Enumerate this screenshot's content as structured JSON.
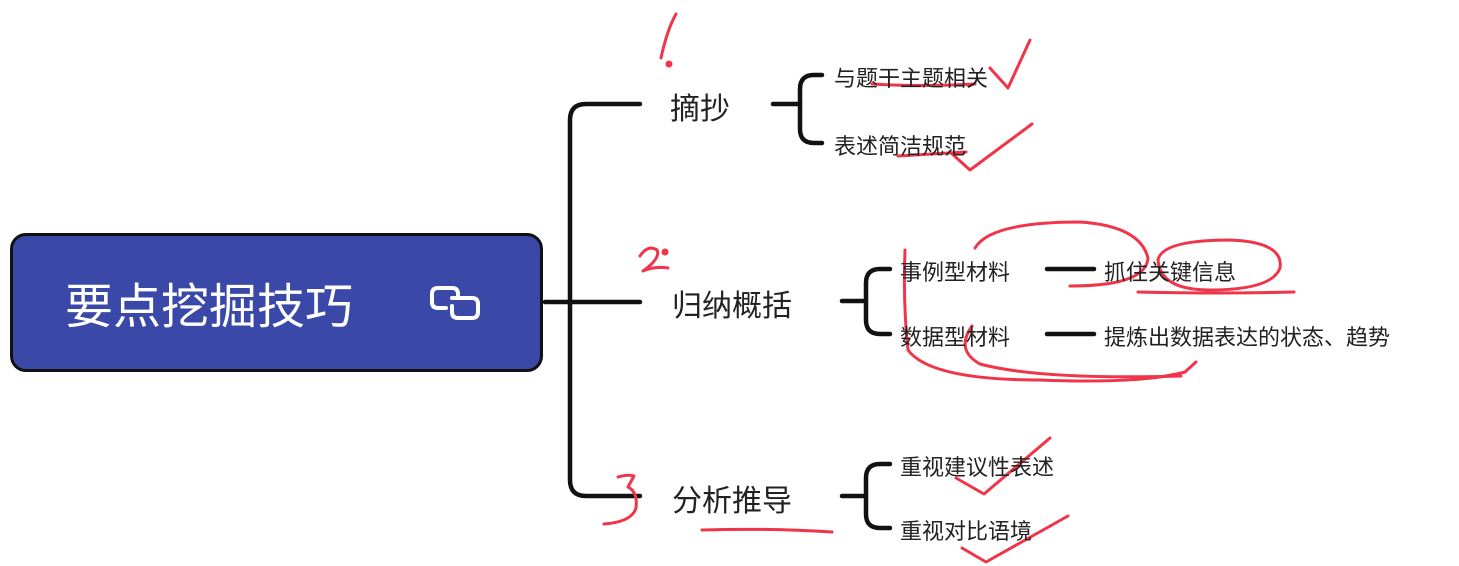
{
  "mindmap": {
    "root": {
      "title": "要点挖掘技巧",
      "icon": "link-icon"
    },
    "branches": [
      {
        "label": "摘抄",
        "annotation": "1.",
        "children": [
          {
            "label": "与题干主题相关"
          },
          {
            "label": "表述简洁规范"
          }
        ]
      },
      {
        "label": "归纳概括",
        "annotation": "2.",
        "children": [
          {
            "label": "事例型材料",
            "result": "抓住关键信息"
          },
          {
            "label": "数据型材料",
            "result": "提炼出数据表达的状态、趋势"
          }
        ]
      },
      {
        "label": "分析推导",
        "annotation": "3",
        "children": [
          {
            "label": "重视建议性表述"
          },
          {
            "label": "重视对比语境"
          }
        ]
      }
    ]
  },
  "colors": {
    "root_fill": "#3a49a8",
    "line": "#111111",
    "annotation_ink": "#f0354a"
  }
}
